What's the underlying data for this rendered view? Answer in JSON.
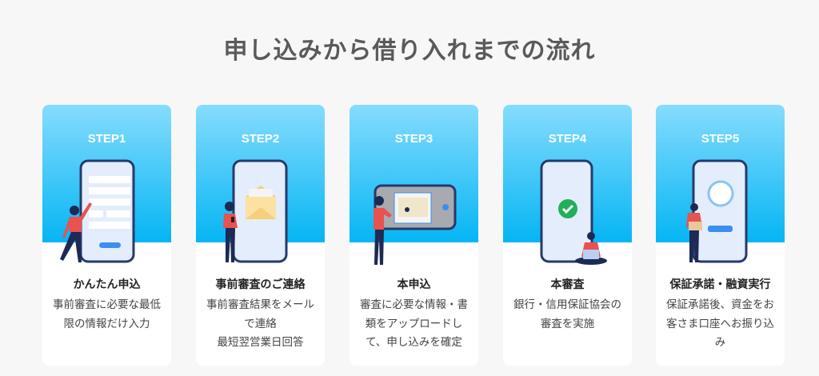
{
  "page_title": "申し込みから借り入れまでの流れ",
  "colors": {
    "gradient_top": "#86dcfd",
    "gradient_bottom": "#05b5f4",
    "phone_outline": "#263a6b",
    "person_shirt": "#e8524f"
  },
  "steps": [
    {
      "label": "STEP1",
      "title": "かんたん申込",
      "lines": [
        "事前審査に必要な最低",
        "限の情報だけ入力"
      ]
    },
    {
      "label": "STEP2",
      "title": "事前審査のご連絡",
      "lines": [
        "事前審査結果をメール",
        "で連絡",
        "最短翌営業日回答"
      ]
    },
    {
      "label": "STEP3",
      "title": "本申込",
      "lines": [
        "審査に必要な情報・書",
        "類をアップロードし",
        "て、申し込みを確定"
      ]
    },
    {
      "label": "STEP4",
      "title": "本審査",
      "lines": [
        "銀行・信用保証協会の",
        "審査を実施"
      ]
    },
    {
      "label": "STEP5",
      "title": "保証承諾・融資実行",
      "lines": [
        "保証承諾後、資金をお",
        "客さま口座へお振り込",
        "み"
      ]
    }
  ]
}
